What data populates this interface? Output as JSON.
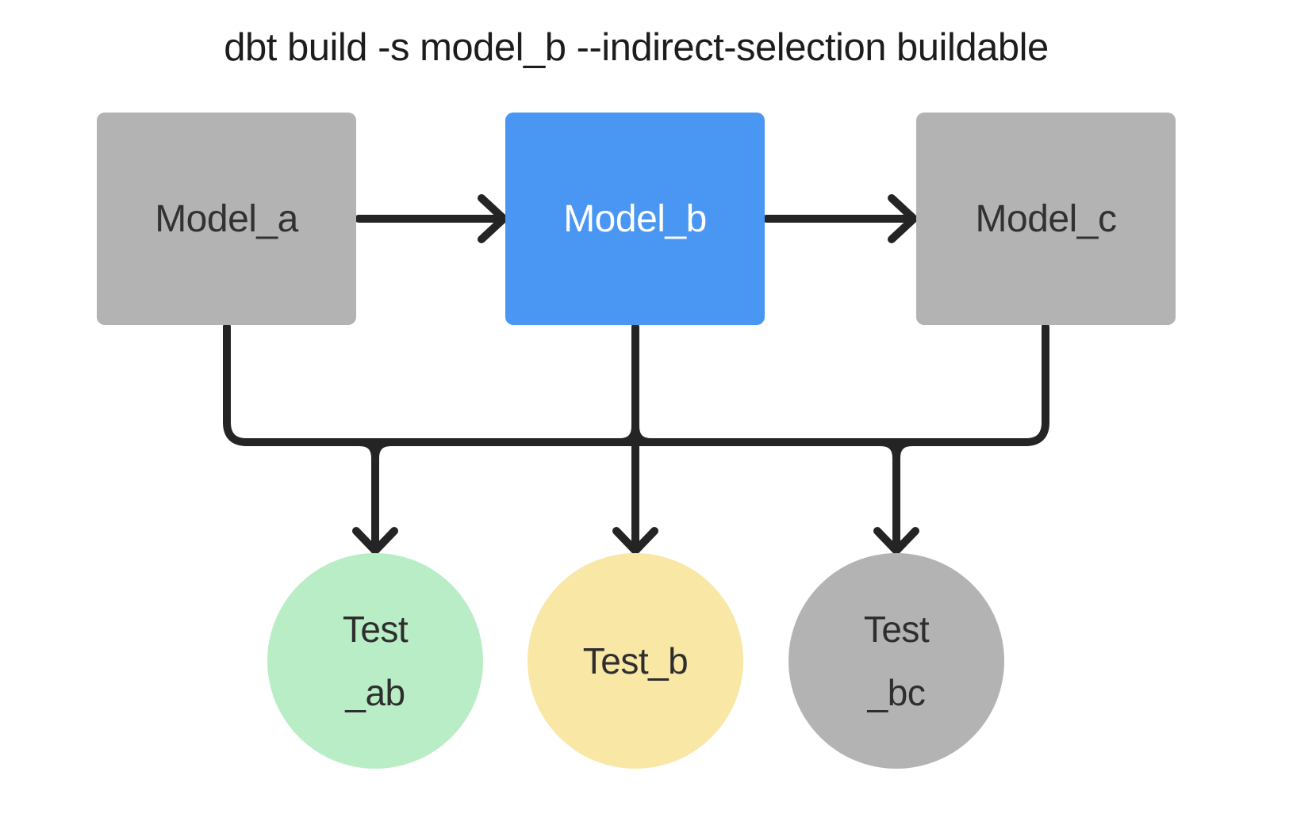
{
  "title": "dbt build -s model_b --indirect-selection buildable",
  "colors": {
    "background": "#ffffff",
    "edge": "#242424",
    "node_gray": "#b3b3b3",
    "node_selected_blue": "#4996f3",
    "test_green": "#b9edc5",
    "test_yellow": "#f8e7a5",
    "title_text": "#1d1d1d",
    "dark_label": "#323232",
    "light_label": "#ffffff"
  },
  "nodes": {
    "models": [
      {
        "id": "model_a",
        "label": "Model_a",
        "fill": "#b3b3b3",
        "text": "#323232",
        "selected": false
      },
      {
        "id": "model_b",
        "label": "Model_b",
        "fill": "#4996f3",
        "text": "#ffffff",
        "selected": true
      },
      {
        "id": "model_c",
        "label": "Model_c",
        "fill": "#b3b3b3",
        "text": "#323232",
        "selected": false
      }
    ],
    "tests": [
      {
        "id": "test_ab",
        "line1": "Test",
        "line2": "_ab",
        "fill": "#b9edc5",
        "text": "#2e2e2e"
      },
      {
        "id": "test_b",
        "line1": "Test_b",
        "line2": "",
        "fill": "#f8e7a5",
        "text": "#2e2e2e"
      },
      {
        "id": "test_bc",
        "line1": "Test",
        "line2": "_bc",
        "fill": "#b3b3b3",
        "text": "#2e2e2e"
      }
    ]
  },
  "edges": [
    {
      "from": "model_a",
      "to": "model_b"
    },
    {
      "from": "model_b",
      "to": "model_c"
    },
    {
      "from": "model_a",
      "to": "test_ab"
    },
    {
      "from": "model_b",
      "to": "test_ab"
    },
    {
      "from": "model_b",
      "to": "test_b"
    },
    {
      "from": "model_b",
      "to": "test_bc"
    },
    {
      "from": "model_c",
      "to": "test_bc"
    }
  ]
}
